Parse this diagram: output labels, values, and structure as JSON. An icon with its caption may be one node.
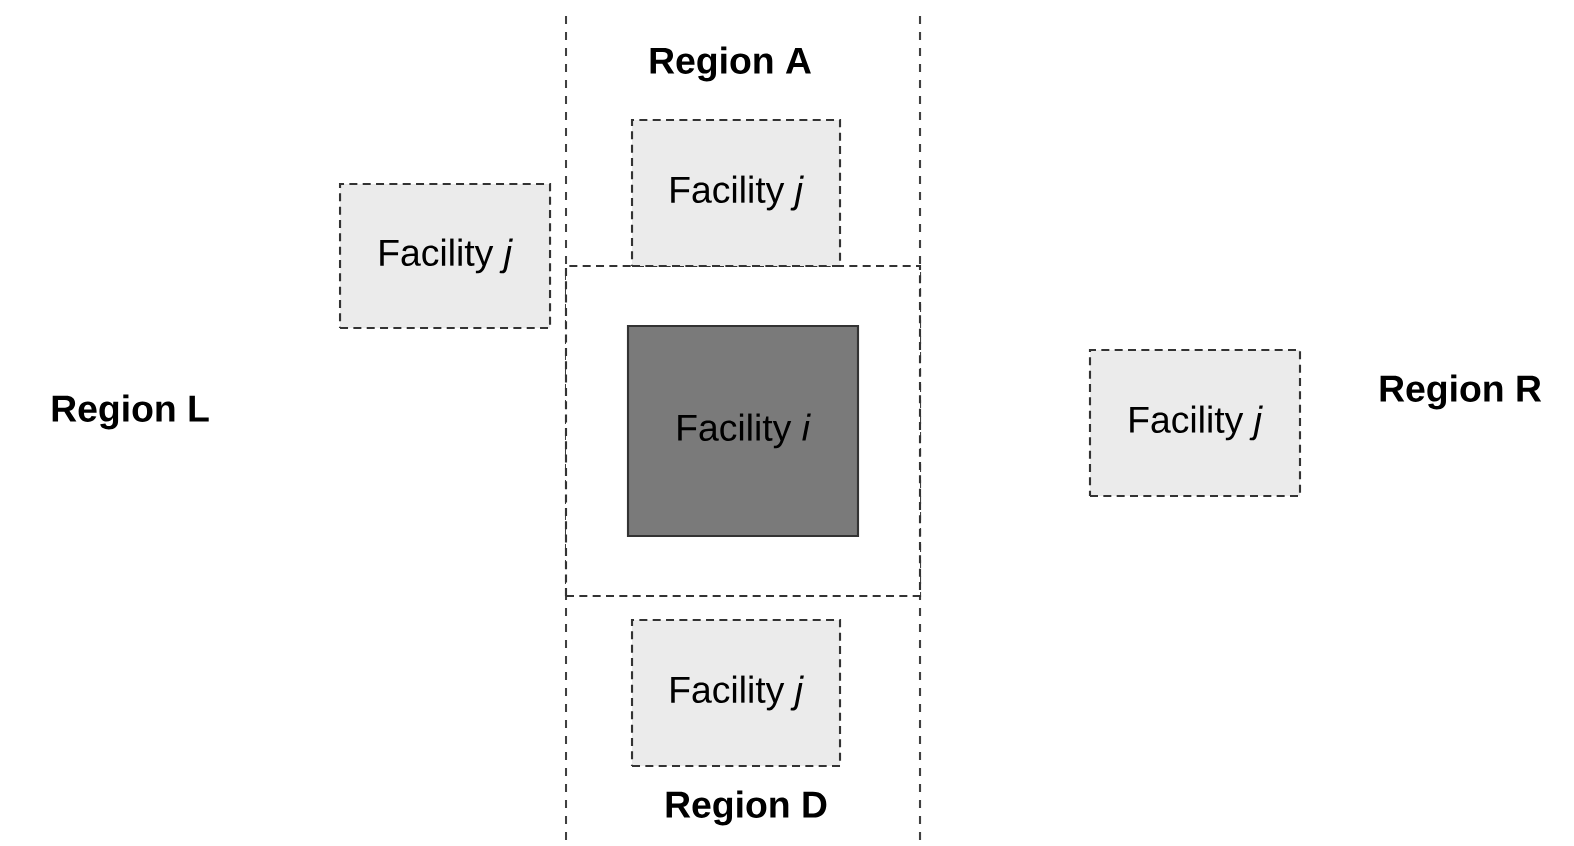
{
  "diagram": {
    "nodes": [
      {
        "text": [
          "Facility *j*"
        ]
      },
      {
        "text": [
          "Facility *j*"
        ]
      },
      {
        "text": [],
        "shape": "box"
      },
      {
        "text": [
          "Facility *i*"
        ],
        "in": 2
      },
      {
        "text": [
          "Facility *j*"
        ]
      },
      {
        "text": [
          "Facility *j*"
        ]
      }
    ],
    "labels": [
      "Region A",
      "Region L",
      "Region R",
      "Region D"
    ]
  }
}
